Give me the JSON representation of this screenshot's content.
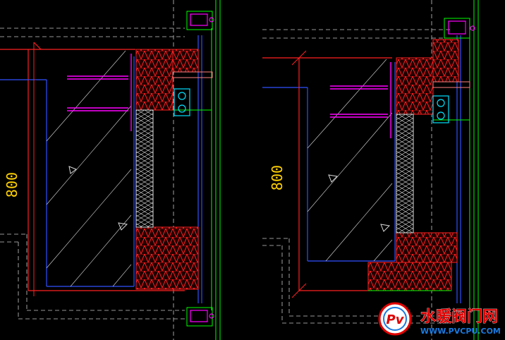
{
  "drawing": {
    "left_view": {
      "dimension_label": "800"
    },
    "right_view": {
      "dimension_label": "800"
    }
  },
  "watermark": {
    "brand_cn": "水暖阀门网",
    "brand_url": "WWW.PVCPU.COM",
    "logo_letters": "Pv"
  },
  "colors": {
    "background": "#000000",
    "insulation": "#ff2020",
    "frame": "#00ff00",
    "structure_blue": "#3050ff",
    "grid_dash": "#c8c8c8",
    "anchor": "#ff00ff",
    "dimension": "#ffd000",
    "watermark_red": "#e00000",
    "watermark_blue": "#1a7ae0"
  }
}
